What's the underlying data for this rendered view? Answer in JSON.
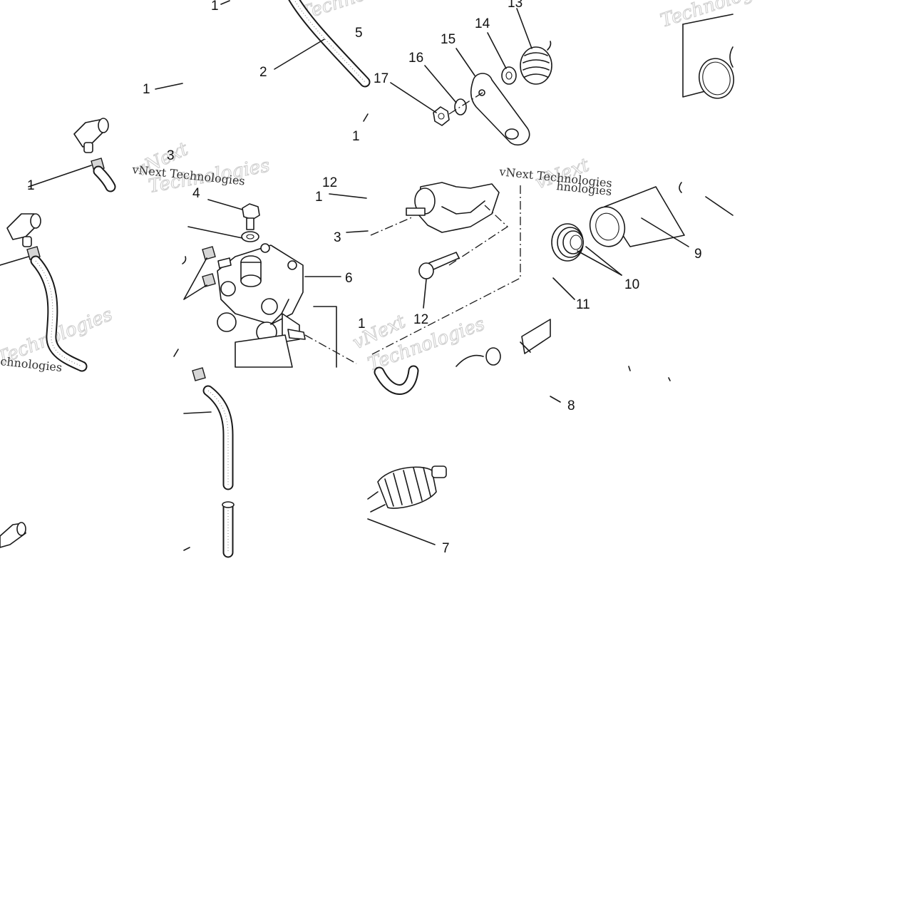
{
  "diagram": {
    "callouts": {
      "c1_top": "1",
      "c1_left": "1",
      "c1_mid": "1",
      "c1_a": "1",
      "c1_b": "1",
      "c1_edge": "1",
      "c2": "2",
      "c3_a": "3",
      "c3_b": "3",
      "c4": "4",
      "c5": "5",
      "c6": "6",
      "c7": "7",
      "c8": "8",
      "c9": "9",
      "c10": "10",
      "c11": "11",
      "c12_a": "12",
      "c12_b": "12",
      "c13": "13",
      "c14": "14",
      "c15": "15",
      "c16": "16",
      "c17": "17"
    },
    "watermarks": {
      "brand_a": "vNext Technologies",
      "brand_b": "vNext Technologies",
      "fragment_a": "Technologies",
      "fragment_b": "Techno",
      "fragment_c": "Technologies",
      "fragment_d": "vNext",
      "fragment_e": "Technologies",
      "fragment_f": "chnologies",
      "fragment_g": "hnologies"
    }
  }
}
